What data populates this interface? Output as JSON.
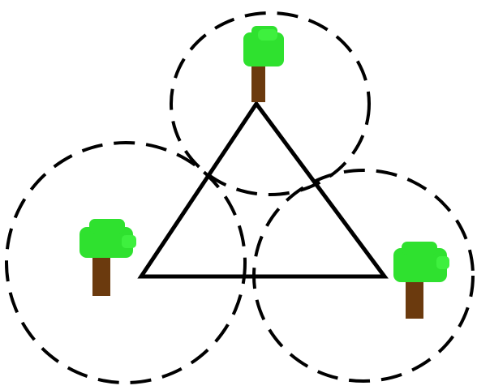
{
  "diagram": {
    "type": "three-trees-triangle",
    "trees": [
      {
        "name": "tree-top",
        "trunk_color": "#6b3a0e",
        "foliage_color": "#2fe12f"
      },
      {
        "name": "tree-left",
        "trunk_color": "#6b3a0e",
        "foliage_color": "#2fe12f"
      },
      {
        "name": "tree-right",
        "trunk_color": "#6b3a0e",
        "foliage_color": "#2fe12f"
      }
    ],
    "circle_style": "dashed",
    "triangle_style": "solid"
  }
}
